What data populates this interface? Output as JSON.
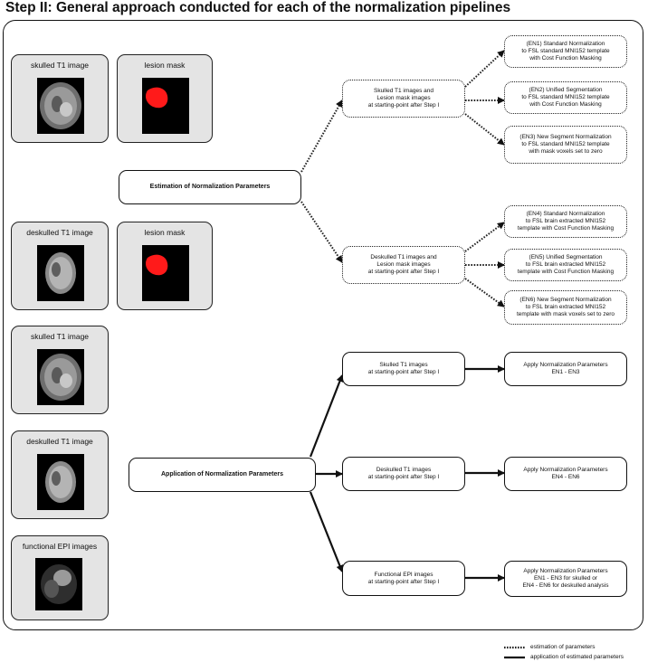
{
  "title": "Step II: General approach conducted for each of the normalization pipelines",
  "images": {
    "skulled_1": "skulled T1 image",
    "lesion_1": "lesion mask",
    "deskulled_1": "deskulled T1 image",
    "lesion_2": "lesion mask",
    "skulled_2": "skulled T1 image",
    "deskulled_2": "deskulled T1 image",
    "functional": "functional EPI images"
  },
  "center": {
    "estimation": "Estimation of Normalization Parameters",
    "application": "Application of Normalization Parameters"
  },
  "mid": {
    "skulled_est": [
      "Skulled T1 images and",
      "Lesion mask images",
      "at starting-point after Step I"
    ],
    "deskulled_est": [
      "Deskulled T1 images and",
      "Lesion mask images",
      "at starting-point after Step I"
    ],
    "skulled_app": [
      "Skulled T1 images",
      "at starting-point after Step I"
    ],
    "deskulled_app": [
      "Deskulled T1 images",
      "at starting-point after Step I"
    ],
    "functional_app": [
      "Functional EPI images",
      "at starting-point after Step I"
    ]
  },
  "right": {
    "en1": [
      "(EN1) Standard Normalization",
      "to FSL standard MNI152 template",
      "with Cost Function Masking"
    ],
    "en2": [
      "(EN2) Unified Segmentation",
      "to FSL standard MNI152 template",
      "with Cost Function Masking"
    ],
    "en3": [
      "(EN3) New Segment Normalization",
      "to FSL standard MNI152 template",
      "with mask voxels set to zero"
    ],
    "en4": [
      "(EN4) Standard Normalization",
      "to FSL brain extracted MNI152",
      "template with Cost Function Masking"
    ],
    "en5": [
      "(EN5) Unified Segmentation",
      "to FSL brain extracted MNI152",
      "template with Cost Function Masking"
    ],
    "en6": [
      "(EN6) New Segment Normalization",
      "to FSL brain extracted MNI152",
      "template with mask voxels set to zero"
    ],
    "apply1": [
      "Apply Normalization Parameters",
      "EN1 - EN3"
    ],
    "apply2": [
      "Apply Normalization Parameters",
      "EN4 - EN6"
    ],
    "apply3": [
      "Apply Normalization Parameters",
      "EN1 - EN3 for skulled or",
      "EN4 - EN6 for deskulled analysis"
    ]
  },
  "legend": {
    "dotted": "estimation of parameters",
    "solid": "application of estimated parameters"
  },
  "colors": {
    "lesion": "#ff1a1a",
    "box_fill": "#e4e4e4",
    "stroke": "#111111"
  }
}
